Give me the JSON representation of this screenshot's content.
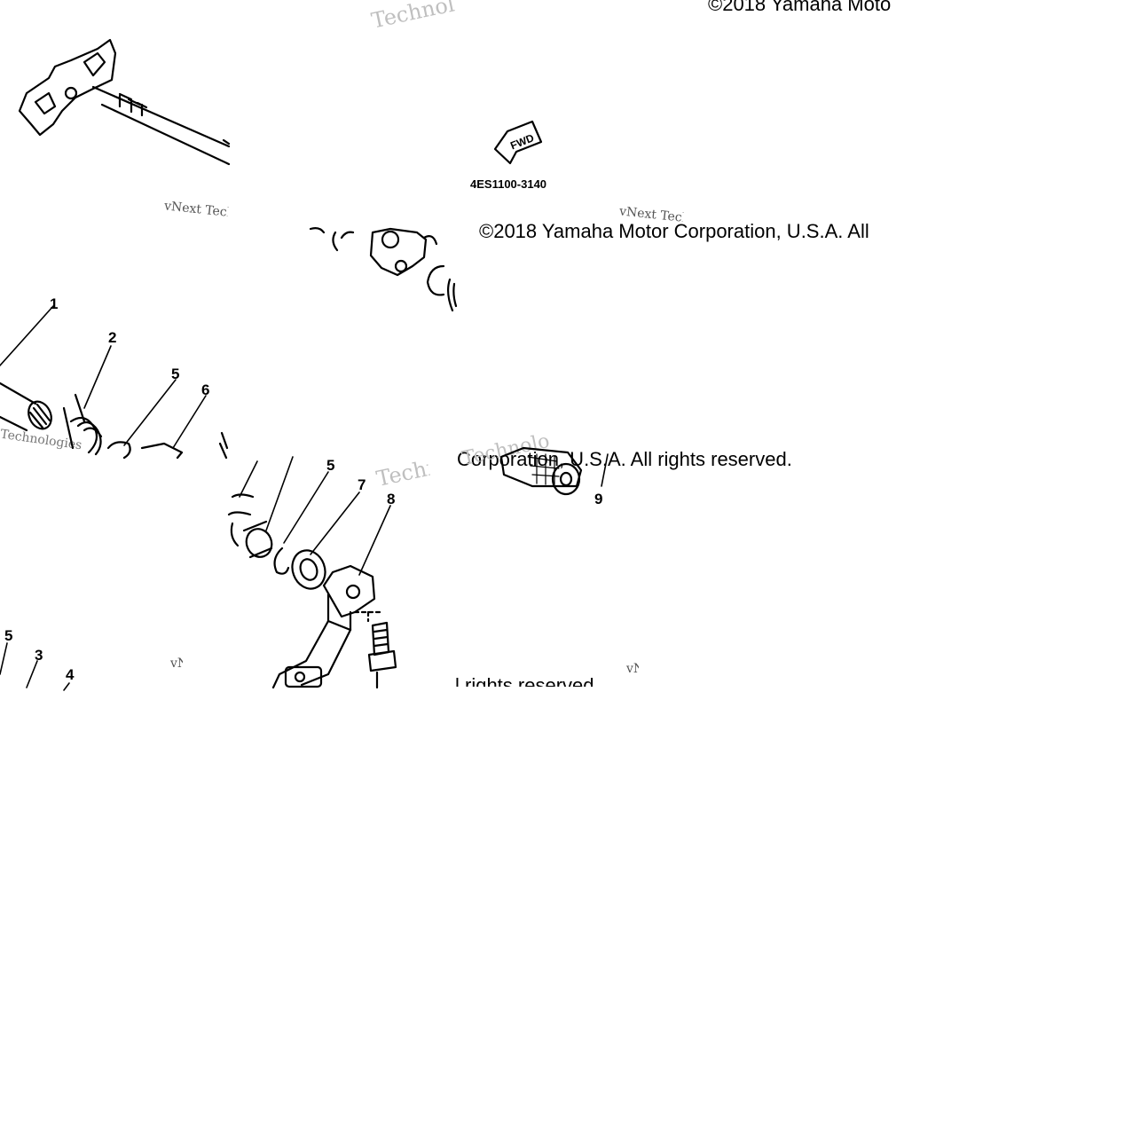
{
  "copyright": {
    "top": "©2018 Yamaha Moto",
    "middle": "©2018 Yamaha Motor Corporation, U.S.A. All",
    "lower": "Corporation, U.S.A. All rights reserved.",
    "bottom": "l rights reserved."
  },
  "watermarks": {
    "vnext": "vNext Technologies",
    "techno": "Technologies"
  },
  "diagram": {
    "part_code": "4ES1100-3140",
    "fwd_label": "FWD",
    "callouts": [
      "1",
      "2",
      "5",
      "6",
      "5",
      "7",
      "8",
      "9",
      "5",
      "3",
      "4"
    ]
  }
}
